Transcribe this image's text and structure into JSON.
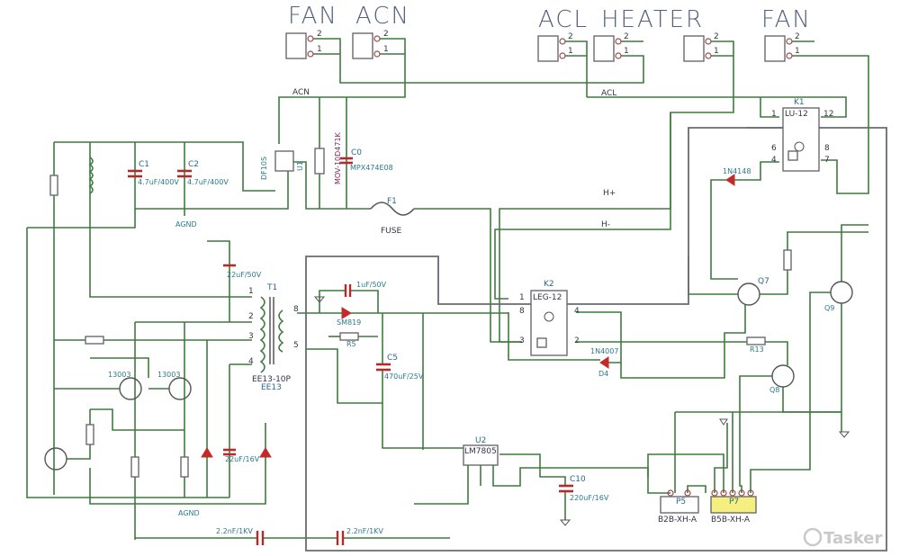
{
  "headings": {
    "fan_left": "FAN",
    "acn": "ACN",
    "acl": "ACL",
    "heater": "HEATER",
    "fan_right": "FAN"
  },
  "nets": {
    "acn": "ACN",
    "acl": "ACL",
    "h_plus": "H+",
    "h_minus": "H-",
    "agnd1": "AGND",
    "agnd2": "AGND"
  },
  "pins": {
    "p2": "2",
    "p1": "1"
  },
  "components": {
    "c1_ref": "C1",
    "c1_val": "4.7uF/400V",
    "c2_ref": "C2",
    "c2_val": "4.7uF/400V",
    "bridge_val": "DF10S",
    "bridge_ref": "U1",
    "mov_val": "MOV-10D471K",
    "c0_ref": "C0",
    "c0_val": "MPX474E08",
    "fuse_ref": "F1",
    "fuse_val": "FUSE",
    "t1_ref": "T1",
    "t1_val": "EE13-10P",
    "t1_core": "EE13",
    "t1_pin1": "1",
    "t1_pin2": "2",
    "t1_pin3": "3",
    "t1_pin4": "4",
    "t1_pin8": "8",
    "t1_pin5": "5",
    "c22_val": "22uF/50V",
    "c7_val": "1uF/50V",
    "d3_val": "SM819",
    "r5_ref": "R5",
    "c5_ref": "C5",
    "c5_val": "470uF/25V",
    "q2_val": "13003",
    "q3_val": "13003",
    "c4_val": "22uF/16V",
    "c_bottom1_val": "2.2nF/1KV",
    "c_bottom2_val": "2.2nF/1KV",
    "k2_ref": "K2",
    "k2_val": "LEG-12",
    "k2_pin1": "1",
    "k2_pin8": "8",
    "k2_pin3": "3",
    "k2_pin4": "4",
    "k2_pin2": "2",
    "d4_val": "1N4007",
    "d4_ref": "D4",
    "k1_ref": "K1",
    "k1_val": "LU-12",
    "k1_pin1": "1",
    "k1_pin12": "12",
    "k1_pin6": "6",
    "k1_pin8": "8",
    "k1_pin4": "4",
    "k1_pin7": "7",
    "d8_val": "1N4148",
    "q7_ref": "Q7",
    "q8_ref": "Q8",
    "q9_ref": "Q9",
    "r13_ref": "R13",
    "u2_ref": "U2",
    "u2_val": "LM7805",
    "c10_ref": "C10",
    "c10_val": "220uF/16V",
    "p5_ref": "P5",
    "p5_val": "B2B-XH-A",
    "p7_ref": "P7",
    "p7_val": "B5B-XH-A"
  },
  "watermark": "Tasker",
  "colors": {
    "wire": "#3f7a3f",
    "bus": "#6a6a70",
    "component_red": "#c42a2a",
    "label": "#2a7a8a",
    "connector_highlight": "#f5ef80"
  }
}
